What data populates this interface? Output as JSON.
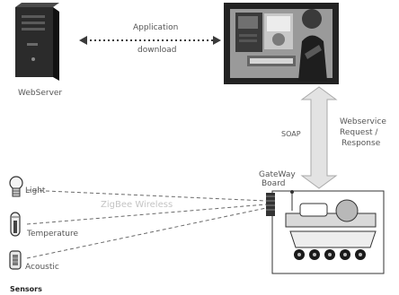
{
  "nodes": {
    "webserver": {
      "label": "WebServer",
      "icon": "server-tower-icon"
    },
    "display": {
      "icon": "pc-display-with-person-icon"
    },
    "gateway": {
      "label_line1": "GateWay",
      "label_line2": "Board",
      "icon": "gateway-board-icon"
    },
    "robot": {
      "icon": "tracked-robot-icon"
    },
    "sensors": {
      "group_label": "Sensors",
      "items": [
        {
          "label": "Light",
          "icon": "light-bulb-icon"
        },
        {
          "label": "Temperature",
          "icon": "thermometer-icon"
        },
        {
          "label": "Acoustic",
          "icon": "microphone-icon"
        }
      ]
    }
  },
  "edges": {
    "application_download": {
      "line1": "Application",
      "line2": "download"
    },
    "webservice": {
      "protocol": "SOAP",
      "line1": "Webservice",
      "line2": "Request /",
      "line3": "Response"
    },
    "zigbee": {
      "label": "ZigBee Wireless"
    }
  },
  "colors": {
    "ink": "#222222",
    "label": "#555555",
    "dotted_arrow": "#3a3a3a",
    "double_arrow_fill": "#e3e3e3",
    "screen_bg": "#9a9a9a",
    "zigbee_text": "#c4c4c4"
  }
}
